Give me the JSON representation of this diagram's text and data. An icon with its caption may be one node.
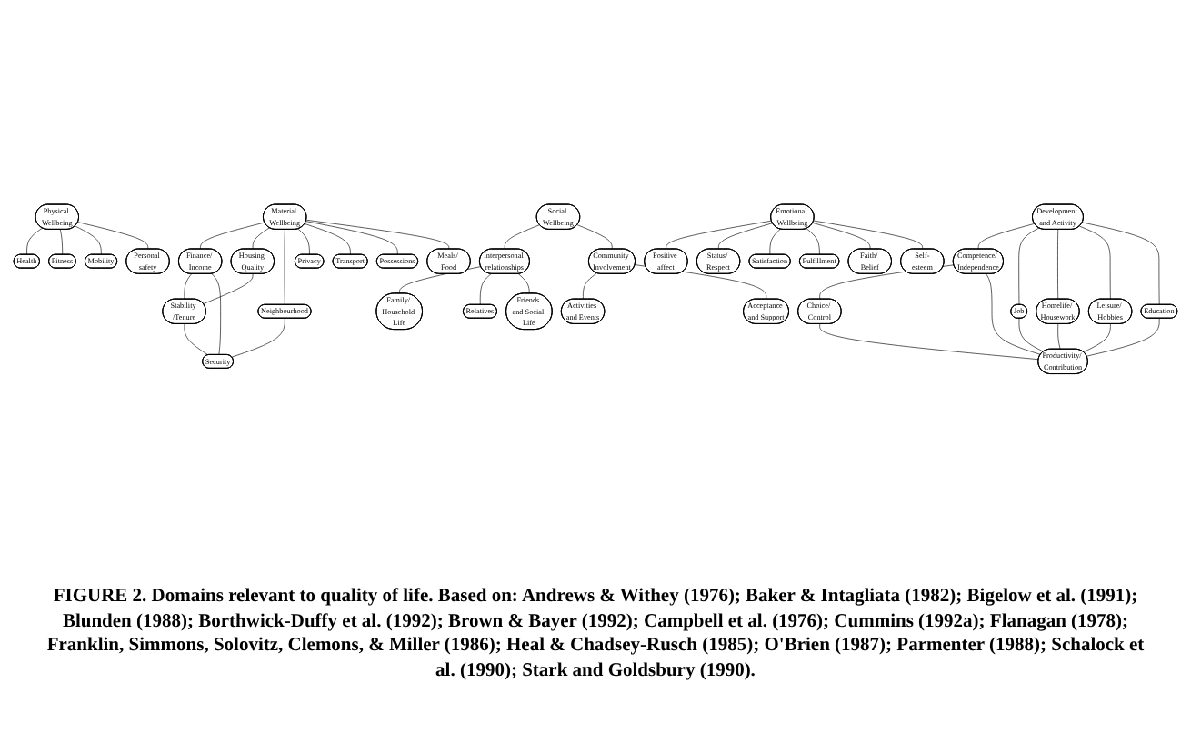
{
  "diagram": {
    "caption": "FIGURE 2. Domains relevant to quality of life. Based on: Andrews & Withey (1976); Baker & Intagliata (1982); Bigelow et al. (1991); Blunden (1988); Borthwick-Duffy et al. (1992); Brown & Bayer (1992); Campbell et al. (1976); Cummins (1992a); Flanagan (1978); Franklin, Simmons, Solovitz, Clemons, & Miller (1986); Heal & Chadsey-Rusch (1985); O'Brien (1987); Parmenter (1988); Schalock et al. (1990); Stark and Goldsbury (1990).",
    "nodes": [
      {
        "text": [
          "Physical Wellbeing"
        ]
      },
      {
        "text": [
          "Health"
        ]
      },
      {
        "text": [
          "Personal safety"
        ]
      },
      {
        "text": [
          "Fitness"
        ]
      },
      {
        "text": [
          "Mobility"
        ]
      },
      {
        "text": [
          "Material Wellbeing"
        ]
      },
      {
        "text": [
          "Meals/ Food"
        ]
      },
      {
        "text": [
          "Finance/ Income"
        ]
      },
      {
        "text": [
          "Housing Quality"
        ]
      },
      {
        "text": [
          "Privacy"
        ]
      },
      {
        "text": [
          "Possessions"
        ]
      },
      {
        "text": [
          "Stability /Tenure"
        ]
      },
      {
        "text": [
          "Neighbourhood"
        ]
      },
      {
        "text": [
          "Transport"
        ]
      },
      {
        "text": [
          "Security"
        ]
      },
      {
        "text": [
          "Social Wellbeing"
        ]
      },
      {
        "text": [
          "Interpersonal relationships"
        ]
      },
      {
        "text": [
          "Community Involvement"
        ]
      },
      {
        "text": [
          "Family/ Household Life"
        ]
      },
      {
        "text": [
          "Friends and Social Life"
        ]
      },
      {
        "text": [
          "Activities and Events"
        ]
      },
      {
        "text": [
          "Acceptance and Support"
        ]
      },
      {
        "text": [
          "Relatives"
        ]
      },
      {
        "text": [
          "Development and Activity"
        ]
      },
      {
        "text": [
          "Competence/ Independence"
        ]
      },
      {
        "text": [
          "Job"
        ]
      },
      {
        "text": [
          "Homelife/ Housework"
        ]
      },
      {
        "text": [
          "Leisure/ Hobbies"
        ]
      },
      {
        "text": [
          "Education"
        ]
      },
      {
        "text": [
          "Choice/ Control"
        ]
      },
      {
        "text": [
          "Productivity/ Contribution"
        ]
      },
      {
        "text": [
          "Emotional Wellbeing"
        ]
      },
      {
        "text": [
          "Positive affect"
        ]
      },
      {
        "text": [
          "Satisfaction"
        ]
      },
      {
        "text": [
          "Fulfillment"
        ]
      },
      {
        "text": [
          "Self-esteem"
        ]
      },
      {
        "text": [
          "Status/ Respect"
        ]
      },
      {
        "text": [
          "Faith/ Belief"
        ]
      }
    ],
    "edges": [
      {
        "from": 0,
        "to": 1,
        "arrow": "none"
      },
      {
        "from": 0,
        "to": 3,
        "arrow": "none"
      },
      {
        "from": 0,
        "to": 4,
        "arrow": "none"
      },
      {
        "from": 0,
        "to": 2,
        "arrow": "none"
      },
      {
        "from": 5,
        "to": 7,
        "arrow": "none"
      },
      {
        "from": 5,
        "to": 8,
        "arrow": "none"
      },
      {
        "from": 5,
        "to": 12,
        "arrow": "none"
      },
      {
        "from": 5,
        "to": 9,
        "arrow": "none"
      },
      {
        "from": 5,
        "to": 13,
        "arrow": "none"
      },
      {
        "from": 5,
        "to": 10,
        "arrow": "none"
      },
      {
        "from": 5,
        "to": 6,
        "arrow": "none"
      },
      {
        "from": 7,
        "to": 11,
        "arrow": "none"
      },
      {
        "from": 7,
        "to": 14,
        "arrow": "none"
      },
      {
        "from": 8,
        "to": 11,
        "arrow": "none"
      },
      {
        "from": 11,
        "to": 14,
        "arrow": "none"
      },
      {
        "from": 12,
        "to": 14,
        "arrow": "none"
      },
      {
        "from": 15,
        "to": 16,
        "arrow": "none"
      },
      {
        "from": 15,
        "to": 17,
        "arrow": "none"
      },
      {
        "from": 16,
        "to": 18,
        "arrow": "none"
      },
      {
        "from": 16,
        "to": 22,
        "arrow": "none"
      },
      {
        "from": 16,
        "to": 19,
        "arrow": "none"
      },
      {
        "from": 17,
        "to": 20,
        "arrow": "none"
      },
      {
        "from": 17,
        "to": 21,
        "arrow": "none"
      },
      {
        "from": 23,
        "to": 24,
        "arrow": "none"
      },
      {
        "from": 23,
        "to": 25,
        "arrow": "none"
      },
      {
        "from": 23,
        "to": 26,
        "arrow": "none"
      },
      {
        "from": 23,
        "to": 27,
        "arrow": "none"
      },
      {
        "from": 23,
        "to": 28,
        "arrow": "none"
      },
      {
        "from": 24,
        "to": 29,
        "arrow": "none"
      },
      {
        "from": 24,
        "to": 30,
        "arrow": "none"
      },
      {
        "from": 25,
        "to": 30,
        "arrow": "none"
      },
      {
        "from": 26,
        "to": 30,
        "arrow": "none"
      },
      {
        "from": 27,
        "to": 30,
        "arrow": "none"
      },
      {
        "from": 28,
        "to": 30,
        "arrow": "none"
      },
      {
        "from": 29,
        "to": 30,
        "arrow": "none"
      },
      {
        "from": 31,
        "to": 32,
        "arrow": "none"
      },
      {
        "from": 31,
        "to": 36,
        "arrow": "none"
      },
      {
        "from": 31,
        "to": 33,
        "arrow": "none"
      },
      {
        "from": 31,
        "to": 34,
        "arrow": "none"
      },
      {
        "from": 31,
        "to": 37,
        "arrow": "none"
      },
      {
        "from": 31,
        "to": 35,
        "arrow": "none"
      }
    ]
  }
}
